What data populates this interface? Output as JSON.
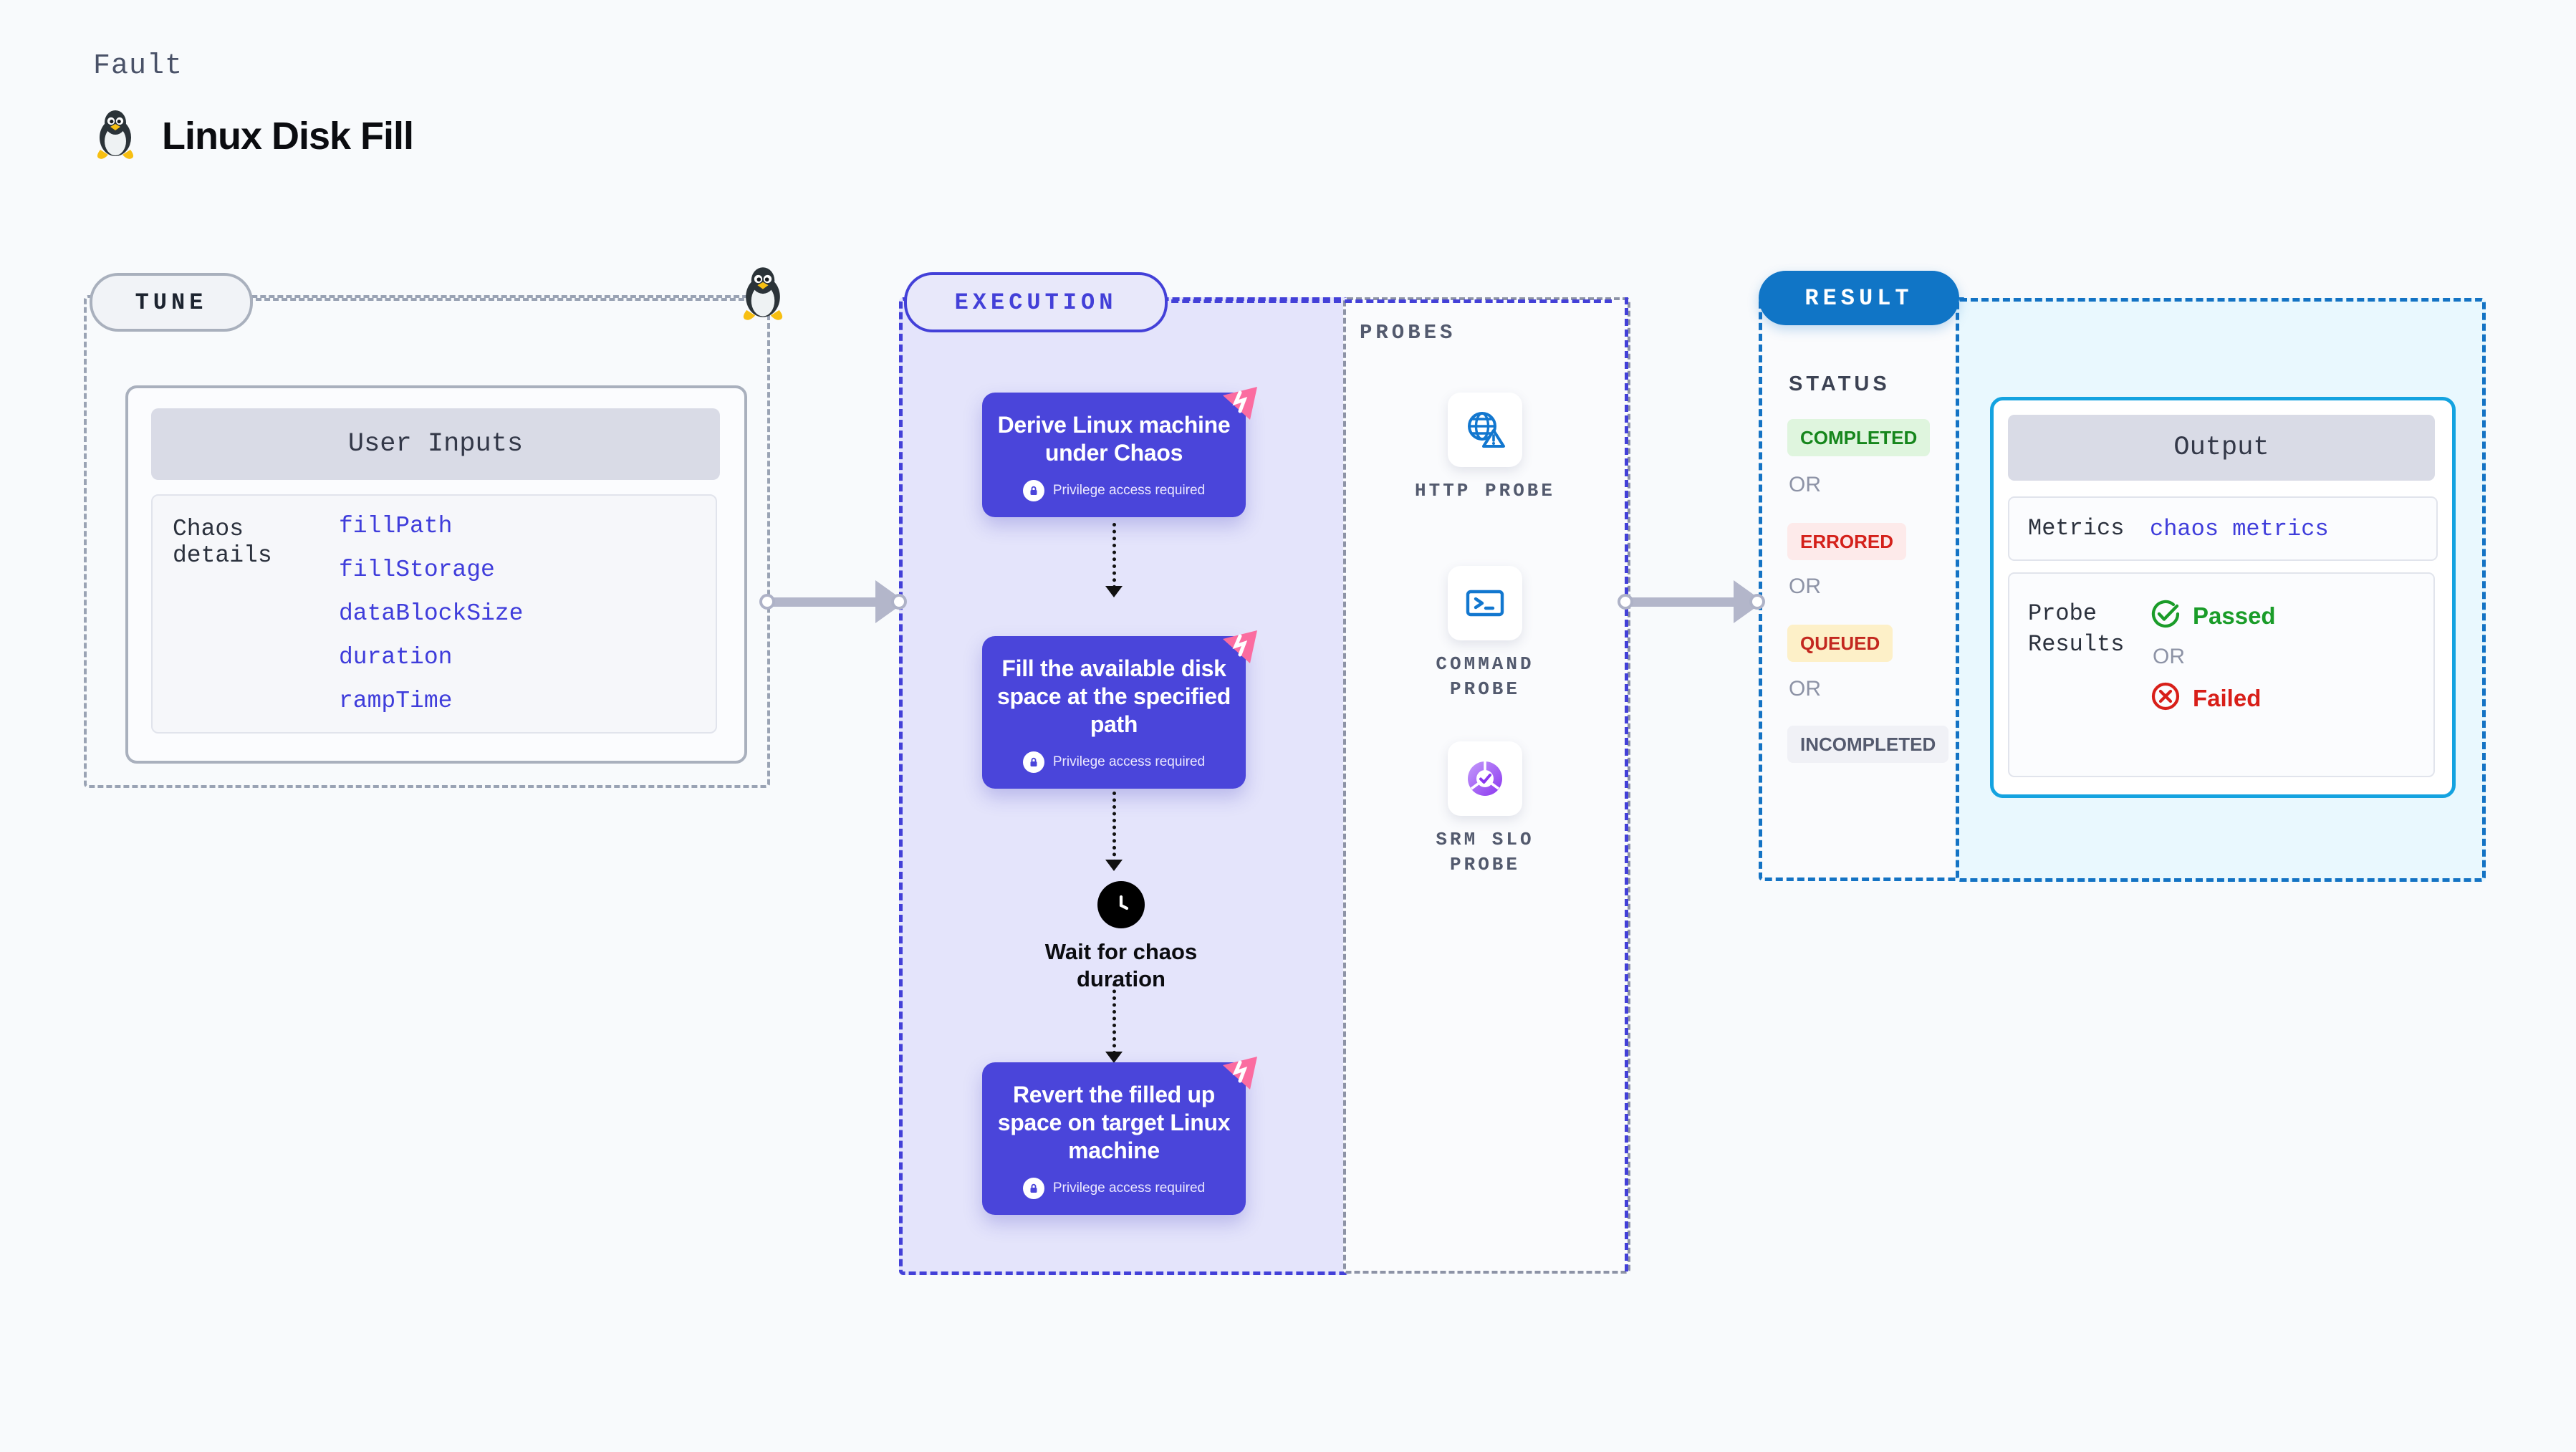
{
  "header": {
    "eyebrow": "Fault",
    "title": "Linux Disk Fill",
    "icon": "tux-linux-penguin-icon"
  },
  "tune": {
    "pill_label": "TUNE",
    "card_header": "User Inputs",
    "row_label": "Chaos details",
    "inputs": [
      "fillPath",
      "fillStorage",
      "dataBlockSize",
      "duration",
      "rampTime"
    ]
  },
  "execution": {
    "pill_label": "EXECUTION",
    "steps": [
      {
        "title": "Derive Linux machine under Chaos",
        "privilege": "Privilege access required"
      },
      {
        "title": "Fill the available disk space at the specified path",
        "privilege": "Privilege access required"
      },
      {
        "title": "Revert the filled up space on target Linux machine",
        "privilege": "Privilege access required"
      }
    ],
    "wait_node": {
      "label": "Wait for chaos duration",
      "icon": "clock-icon"
    }
  },
  "probes": {
    "heading": "PROBES",
    "items": [
      {
        "label": "HTTP PROBE",
        "icon": "globe-warning-icon"
      },
      {
        "label": "COMMAND PROBE",
        "icon": "terminal-icon"
      },
      {
        "label": "SRM SLO PROBE",
        "icon": "slo-donut-check-icon"
      }
    ]
  },
  "result": {
    "pill_label": "RESULT",
    "status_heading": "STATUS",
    "or_label": "OR",
    "statuses": [
      {
        "label": "COMPLETED",
        "bg": "#dff5de",
        "fg": "#16861c"
      },
      {
        "label": "ERRORED",
        "bg": "#fdeaea",
        "fg": "#d4211b"
      },
      {
        "label": "QUEUED",
        "bg": "#fdf0c8",
        "fg": "#c3281f"
      },
      {
        "label": "INCOMPLETED",
        "bg": "#f0f1f6",
        "fg": "#545a6e"
      }
    ],
    "output": {
      "header": "Output",
      "metrics_key": "Metrics",
      "metrics_value": "chaos metrics",
      "probe_results_key": "Probe Results",
      "passed_label": "Passed",
      "failed_label": "Failed",
      "or_label": "OR"
    }
  },
  "colors": {
    "page_bg": "#f8fafc",
    "execution_accent": "#4340d8",
    "execution_panel": "#e4e4fb",
    "result_accent": "#1473c4",
    "result_panel": "#e9f8fe",
    "link": "#3f3ddb",
    "ribbon": "#fb6ca0"
  }
}
